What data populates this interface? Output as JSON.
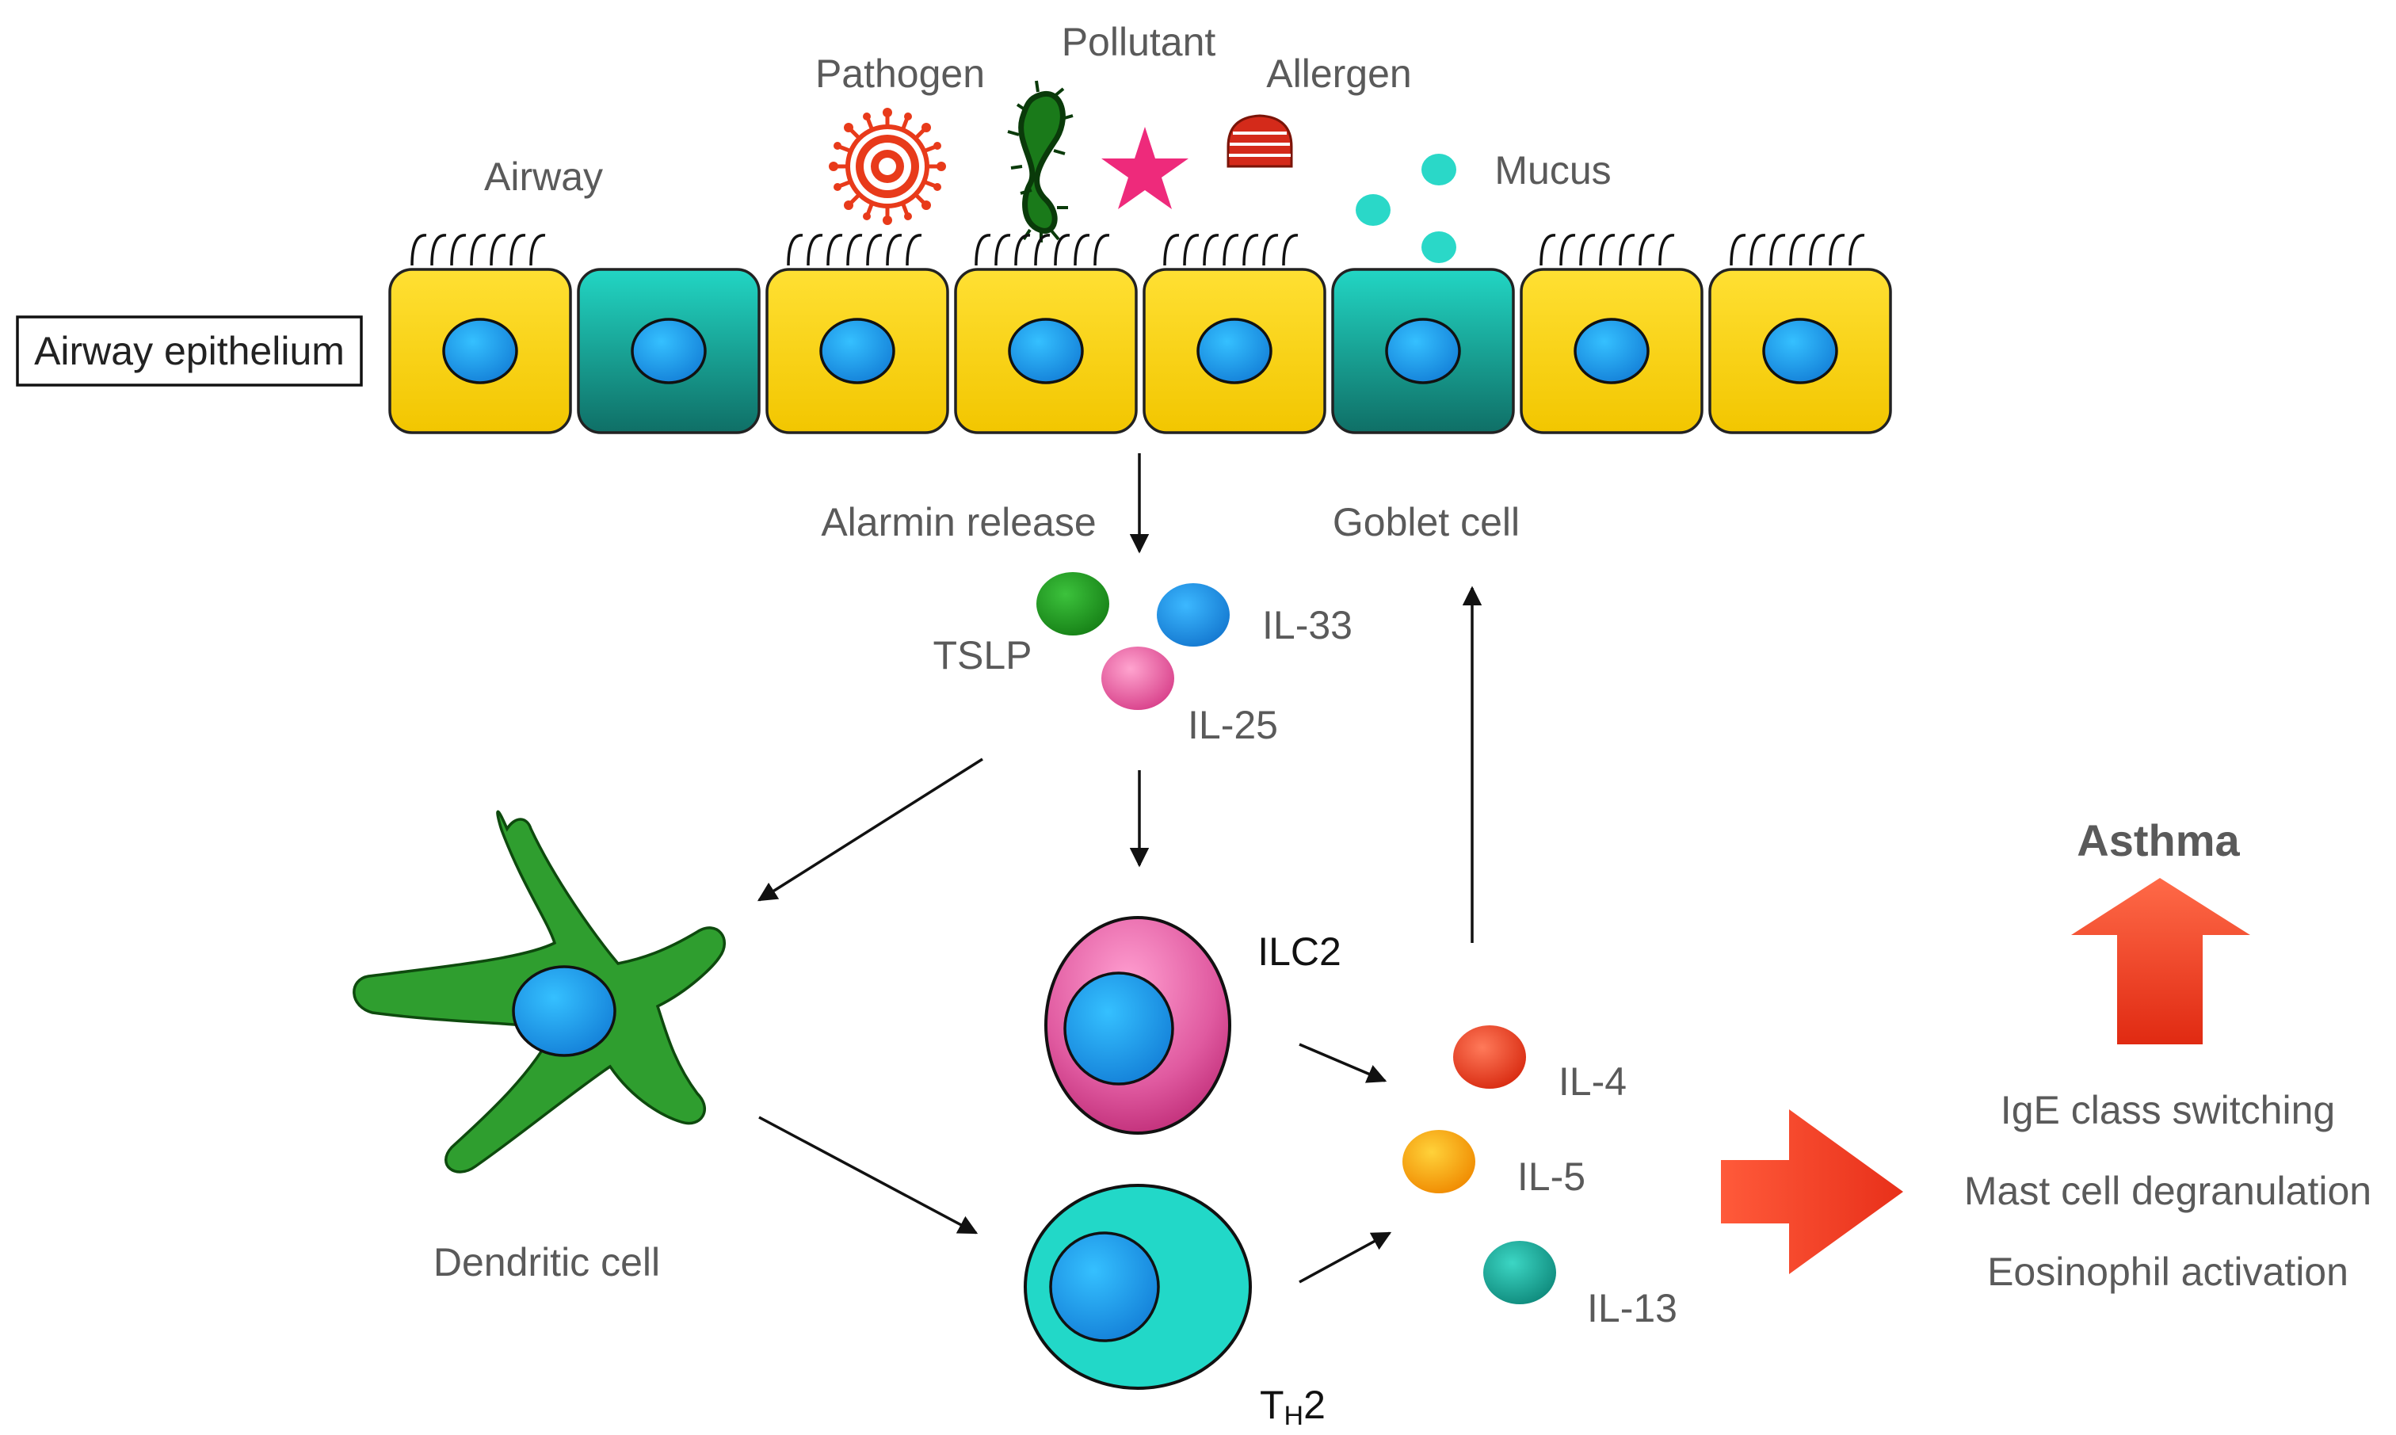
{
  "labels": {
    "airway": "Airway",
    "pathogen": "Pathogen",
    "pollutant": "Pollutant",
    "allergen": "Allergen",
    "mucus": "Mucus",
    "airway_epithelium": "Airway epithelium",
    "alarmin_release": "Alarmin release",
    "goblet_cell": "Goblet cell",
    "tslp": "TSLP",
    "il33": "IL-33",
    "il25": "IL-25",
    "ilc2": "ILC2",
    "th2_main": "T",
    "th2_sub": "H",
    "th2_tail": "2",
    "dendritic_cell": "Dendritic cell",
    "il4": "IL-4",
    "il5": "IL-5",
    "il13": "IL-13",
    "asthma": "Asthma",
    "outcomes": [
      "IgE class switching",
      "Mast cell degranulation",
      "Eosinophil activation"
    ]
  },
  "colors": {
    "epithelial_cell": "#ffd700",
    "goblet_cell": "#1fc9b6",
    "nucleus": "#1e9fe8",
    "tslp": "#1a9a1a",
    "il33": "#1e90e0",
    "il25": "#e8509a",
    "ilc2": "#d93c8c",
    "th2": "#22d8c8",
    "dendritic": "#2f9e2f",
    "il4": "#e83a1a",
    "il5": "#f5a800",
    "il13": "#1aa898",
    "arrow_red": "#f0401e",
    "pollutant_star": "#ee2a7b",
    "allergen": "#d42a1a",
    "pathogen": "#e83a1a",
    "mucus": "#2ad8c8"
  }
}
